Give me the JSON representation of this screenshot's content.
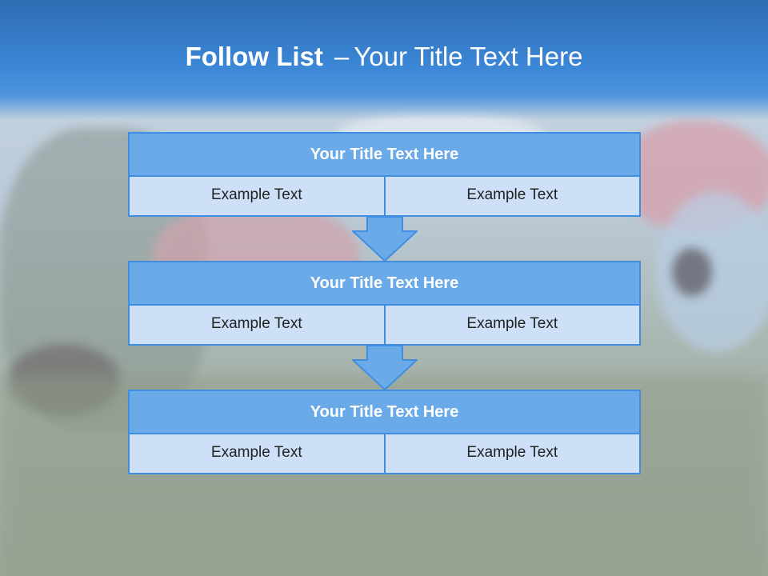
{
  "slide": {
    "title_bold": "Follow List",
    "title_separator": "–",
    "title_rest": "Your Title Text Here"
  },
  "steps": [
    {
      "title": "Your Title Text Here",
      "left": "Example Text",
      "right": "Example Text"
    },
    {
      "title": "Your Title Text Here",
      "left": "Example Text",
      "right": "Example Text"
    },
    {
      "title": "Your Title Text Here",
      "left": "Example Text",
      "right": "Example Text"
    }
  ],
  "colors": {
    "header": "#3b86d6",
    "block_title_fill": "#6aaae9",
    "cell_fill": "#cde0f7",
    "border": "#3f8ee0"
  }
}
